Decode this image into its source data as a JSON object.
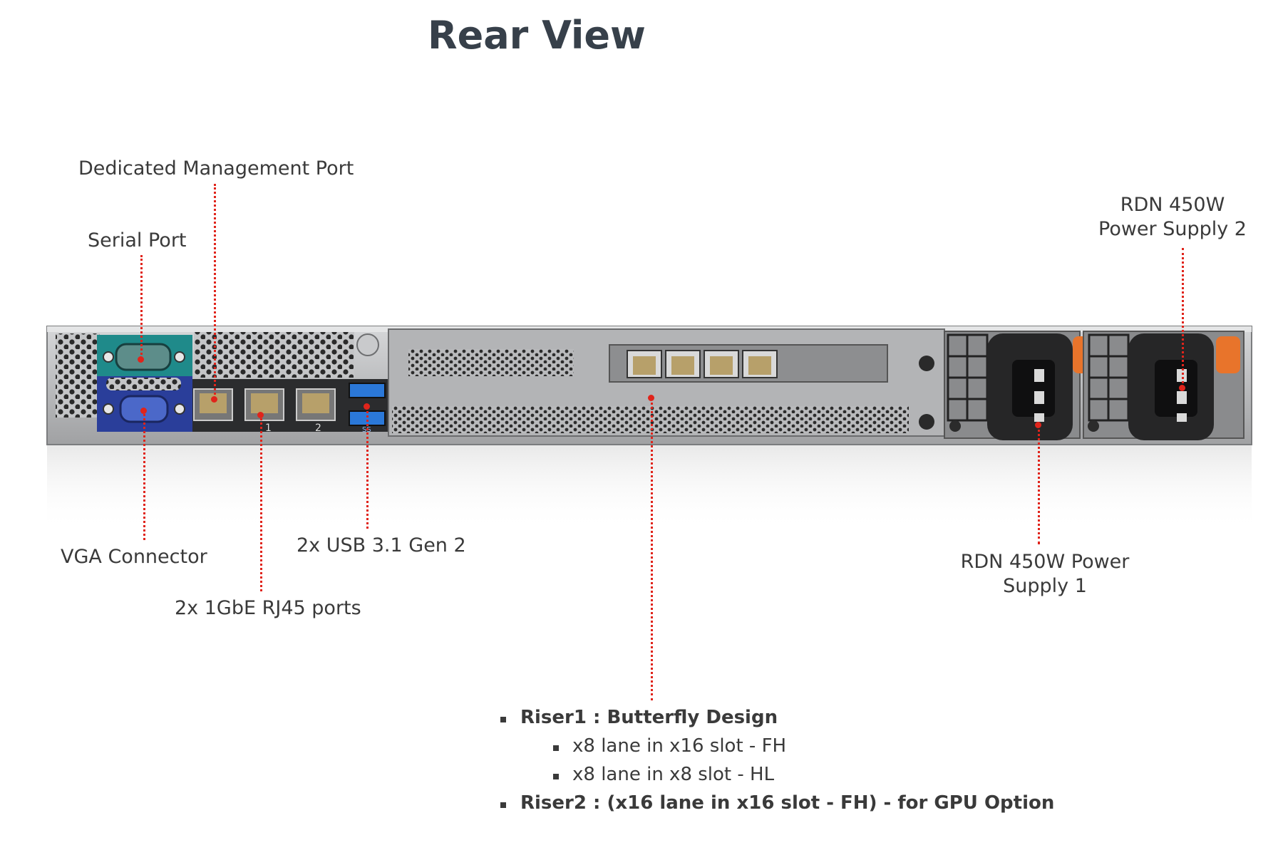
{
  "title": "Rear View",
  "labels": {
    "dedicated_mgmt": "Dedicated Management Port",
    "serial_port": "Serial Port",
    "psu2_line1": "RDN 450W",
    "psu2_line2": "Power Supply 2",
    "vga": "VGA Connector",
    "usb": "2x USB 3.1 Gen 2",
    "rj45": "2x 1GbE RJ45 ports",
    "psu1_line1": "RDN 450W Power",
    "psu1_line2": "Supply 1"
  },
  "bullets": {
    "riser1": "Riser1 : Butterfly Design",
    "riser1_sub1": "x8 lane in x16 slot - FH",
    "riser1_sub2": "x8 lane in x8 slot - HL",
    "riser2": "Riser2 : (x16 lane in x16 slot - FH) - for GPU Option"
  },
  "port_markings": {
    "lan1": "1",
    "lan2": "2",
    "usb_mark": "SS"
  },
  "colors": {
    "callout": "#e0241b",
    "chassis": "#a9aaac",
    "serial_block": "#1f8a8a",
    "vga_block": "#2a3e9a",
    "usb_blue": "#2b78d8",
    "psu_latch": "#e8742b",
    "title": "#37404a"
  }
}
